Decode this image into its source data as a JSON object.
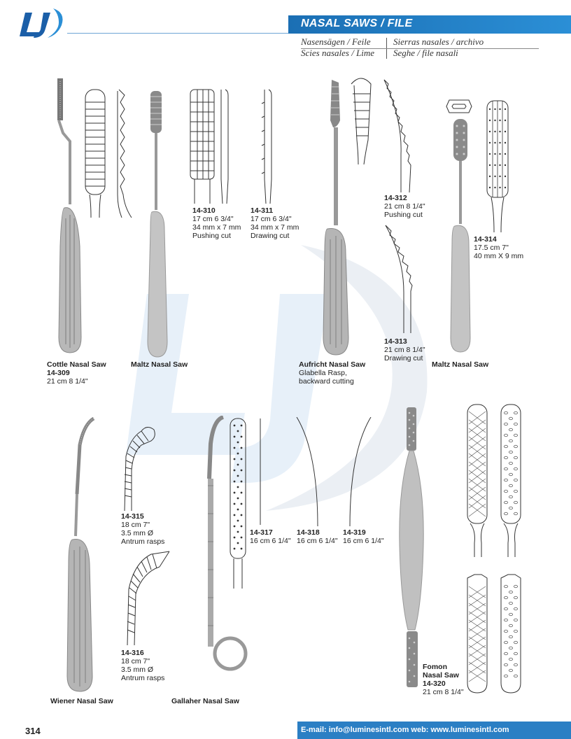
{
  "header": {
    "title": "NASAL SAWS / FILE",
    "sub_de": "Nasensägen / Feile",
    "sub_es": "Sierras nasales / archivo",
    "sub_fr": "Scies nasales / Lime",
    "sub_it": "Seghe / file nasali"
  },
  "colors": {
    "accent": "#2b7fc4",
    "watermark": "#cfe0f2"
  },
  "products": {
    "p309": {
      "name": "Cottle Nasal Saw",
      "code": "14-309",
      "size": "21 cm 8 1/4\""
    },
    "maltz1": {
      "name": "Maltz Nasal Saw"
    },
    "p310": {
      "code": "14-310",
      "size": "17 cm 6 3/4\"",
      "dim": "34 mm x 7 mm",
      "cut": "Pushing cut"
    },
    "p311": {
      "code": "14-311",
      "size": "17 cm 6 3/4\"",
      "dim": "34 mm x 7 mm",
      "cut": "Drawing cut"
    },
    "p312": {
      "code": "14-312",
      "size": "21 cm 8 1/4\"",
      "cut": "Pushing cut"
    },
    "p313": {
      "code": "14-313",
      "size": "21 cm 8 1/4\"",
      "cut": "Drawing cut"
    },
    "aufricht": {
      "name": "Aufricht Nasal Saw",
      "line1": "Glabella Rasp,",
      "line2": "backward cutting"
    },
    "p314": {
      "code": "14-314",
      "size": "17.5 cm 7\"",
      "dim": "40 mm X 9 mm"
    },
    "maltz2": {
      "name": "Maltz Nasal Saw"
    },
    "p315": {
      "code": "14-315",
      "size": "18 cm 7\"",
      "dim": "3.5 mm Ø",
      "desc": "Antrum rasps"
    },
    "p316": {
      "code": "14-316",
      "size": "18 cm 7\"",
      "dim": "3.5 mm Ø",
      "desc": "Antrum rasps"
    },
    "wiener": {
      "name": "Wiener Nasal Saw"
    },
    "p317": {
      "code": "14-317",
      "size": "16 cm 6 1/4\""
    },
    "p318": {
      "code": "14-318",
      "size": "16 cm 6 1/4\""
    },
    "p319": {
      "code": "14-319",
      "size": "16 cm 6 1/4\""
    },
    "gallaher": {
      "name": "Gallaher Nasal Saw"
    },
    "fomon": {
      "line1": "Fomon",
      "line2": "Nasal Saw",
      "code": "14-320",
      "size": "21 cm 8 1/4\""
    }
  },
  "footer": {
    "page": "314",
    "contact": "E-mail: info@luminesintl.com  web: www.luminesintl.com"
  }
}
